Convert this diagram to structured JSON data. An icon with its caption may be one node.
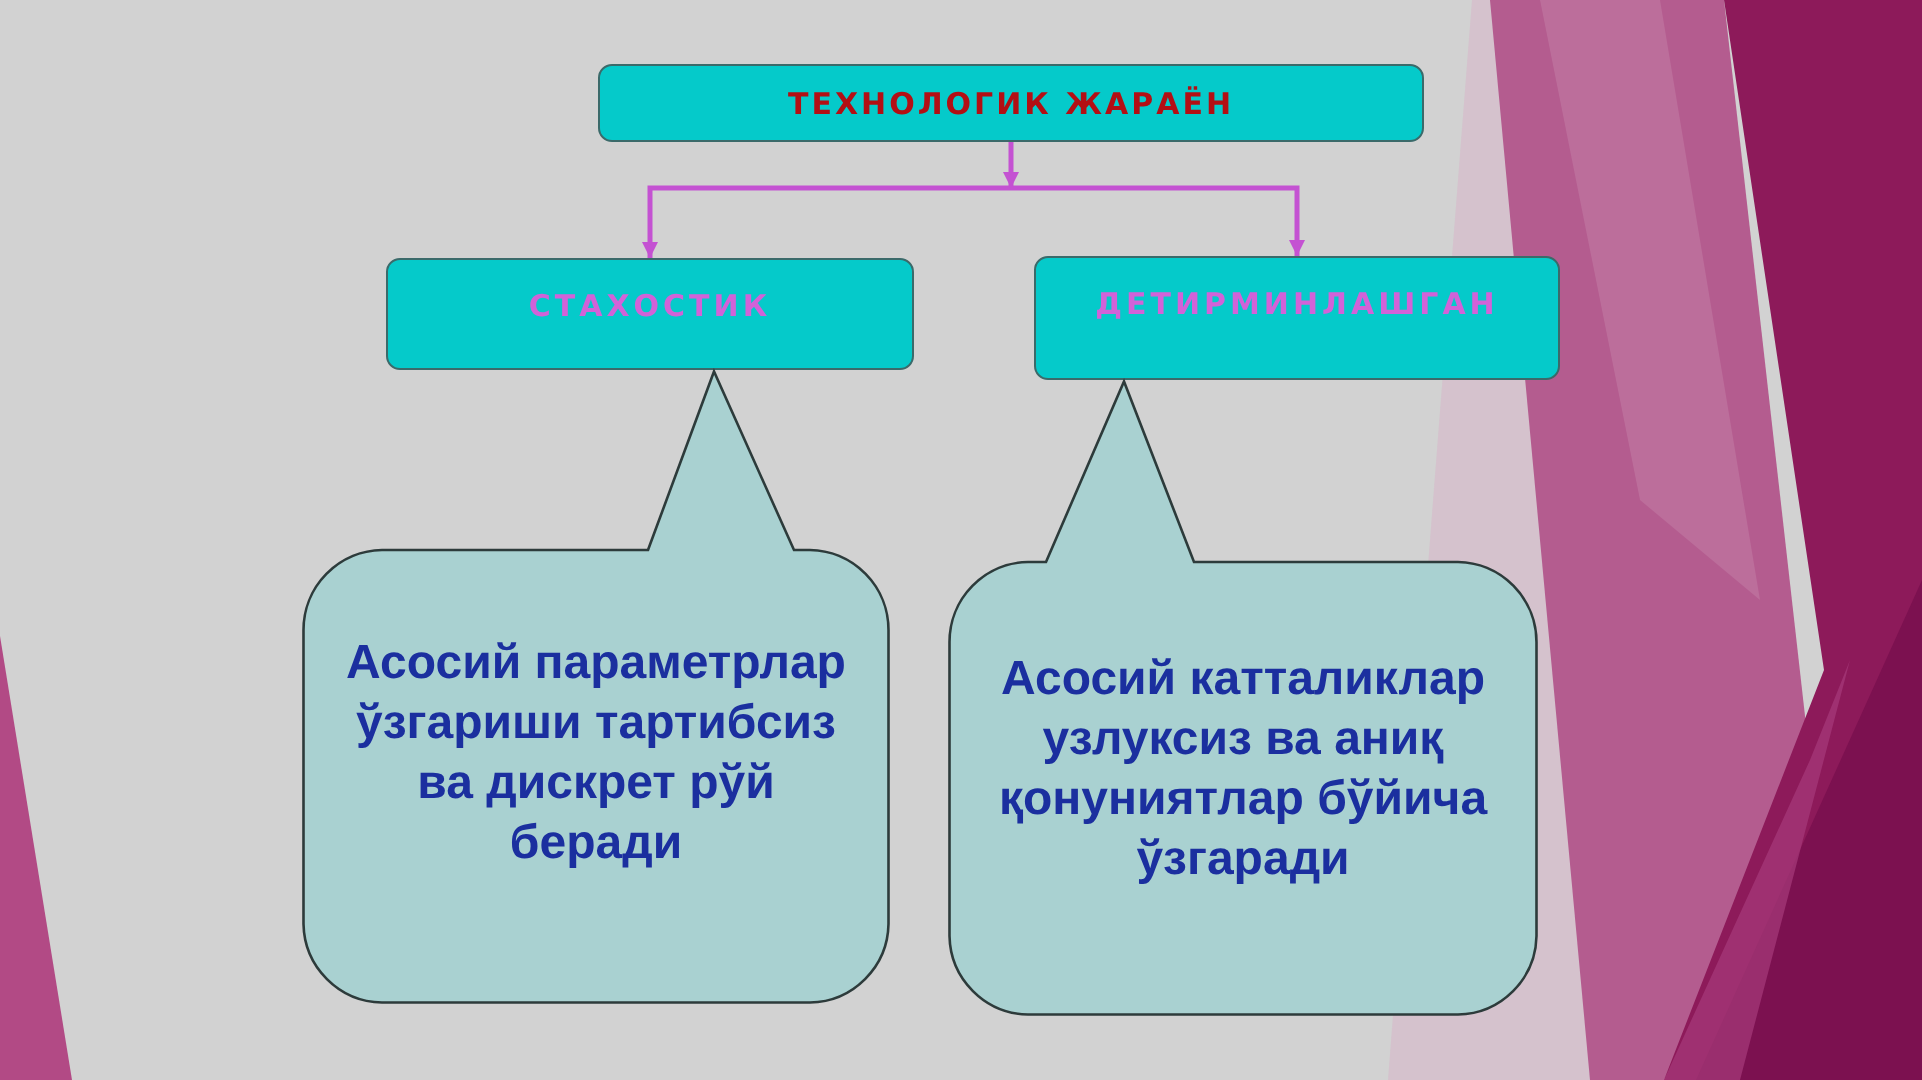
{
  "diagram": {
    "nodes": [
      {
        "text": [
          "ТЕХНОЛОГИК ЖАРАЁН"
        ]
      },
      {
        "text": [
          "СТАХОСТИК"
        ]
      },
      {
        "text": [
          "ДЕТИРМИНЛАШГАН"
        ]
      },
      {
        "text": [
          "Асосий параметрлар ўзгариши тартибсиз ва дискрет рўй беради"
        ]
      },
      {
        "text": [
          "Асосий катталиклар узлуксиз ва аниқ қонуниятлар бўйича ўзгаради"
        ]
      }
    ],
    "edges": [
      {
        "from": 0,
        "to": 1,
        "arrow": "to"
      },
      {
        "from": 0,
        "to": 2,
        "arrow": "to"
      }
    ]
  }
}
